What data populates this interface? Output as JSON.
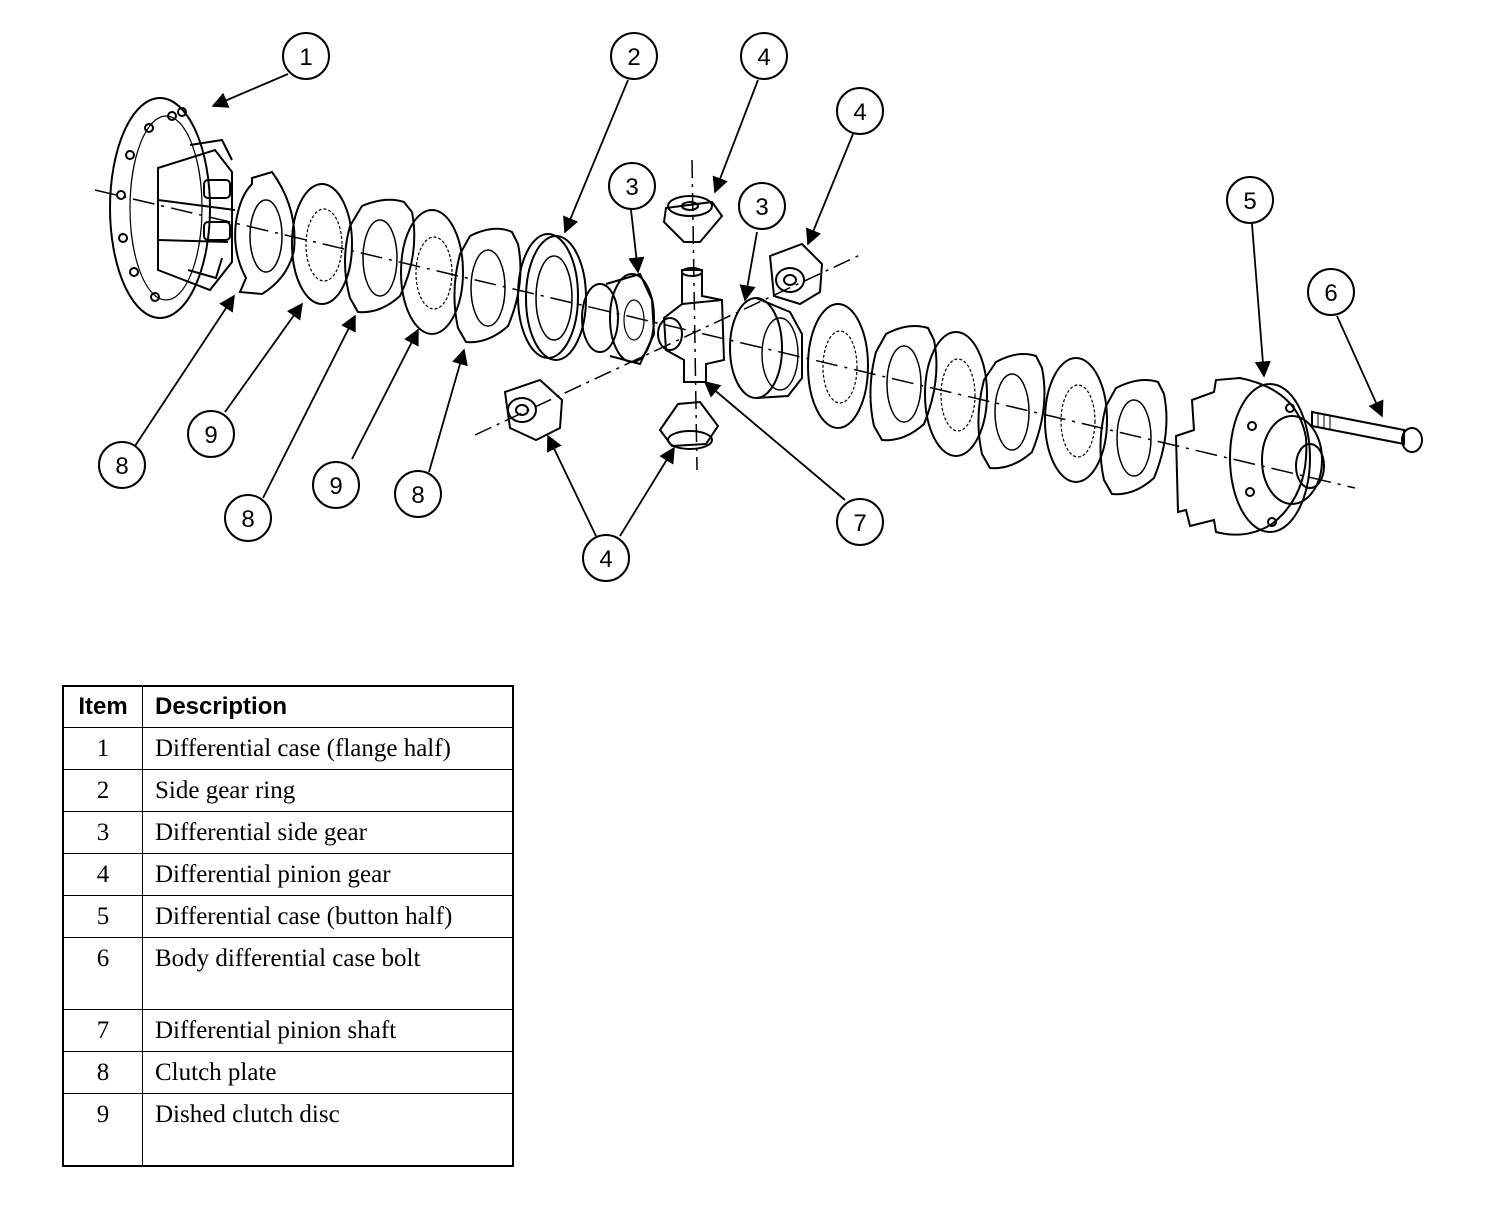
{
  "callouts": [
    "1",
    "2",
    "3",
    "4",
    "5",
    "6",
    "7",
    "8",
    "9"
  ],
  "table": {
    "headers": {
      "item": "Item",
      "description": "Description"
    },
    "rows": [
      {
        "item": "1",
        "description": "Differential case (flange half)"
      },
      {
        "item": "2",
        "description": "Side gear ring"
      },
      {
        "item": "3",
        "description": "Differential side gear"
      },
      {
        "item": "4",
        "description": "Differential pinion gear"
      },
      {
        "item": "5",
        "description": "Differential case (button half)"
      },
      {
        "item": "6",
        "description": "Body differential case bolt"
      },
      {
        "item": "7",
        "description": "Differential pinion shaft"
      },
      {
        "item": "8",
        "description": "Clutch plate"
      },
      {
        "item": "9",
        "description": "Dished clutch disc"
      }
    ]
  }
}
